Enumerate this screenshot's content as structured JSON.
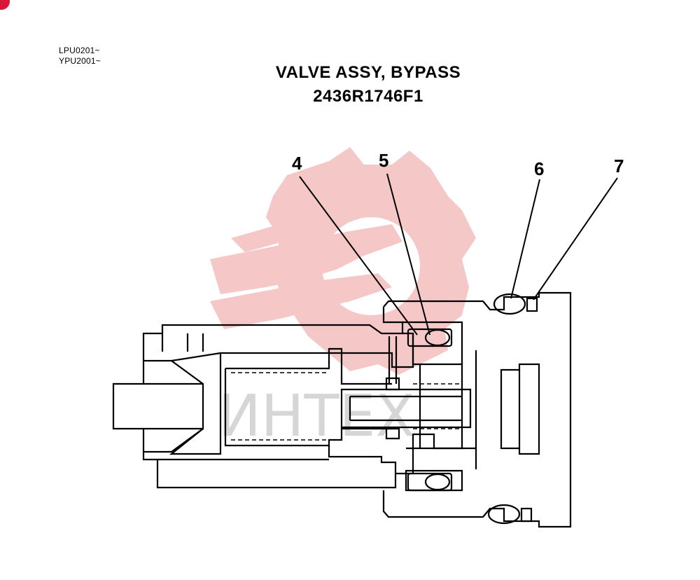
{
  "header": {
    "serial_numbers": [
      "LPU0201~",
      "YPU2001~"
    ]
  },
  "title": {
    "line1": "VALVE ASSY, BYPASS",
    "line2": "2436R1746F1"
  },
  "callouts": [
    "4",
    "5",
    "6",
    "7"
  ],
  "watermark": {
    "text": "ИНТЕХ",
    "logo_color": "#f2b8b8",
    "text_color": "#c8c8c8"
  },
  "colors": {
    "line": "#000000",
    "badge": "#d9163a"
  }
}
